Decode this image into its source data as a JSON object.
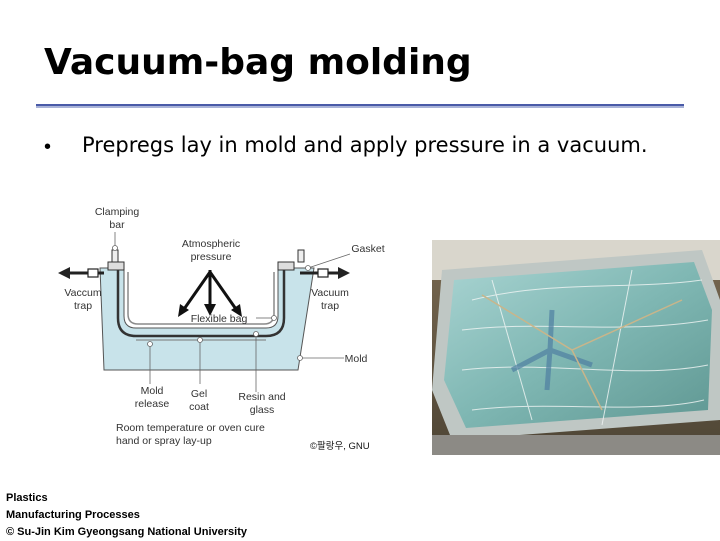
{
  "slide": {
    "title": "Vacuum-bag molding",
    "bullet_marker": "•",
    "bullet_text": "Prepregs lay in mold and apply pressure in a vacuum."
  },
  "diagram": {
    "labels": {
      "clamping_bar_line1": "Clamping",
      "clamping_bar_line2": "bar",
      "atmospheric_line1": "Atmospheric",
      "atmospheric_line2": "pressure",
      "gasket": "Gasket",
      "vaccum_trap_left_line1": "Vaccum",
      "vaccum_trap_left_line2": "trap",
      "vacuum_trap_right_line1": "Vacuum",
      "vacuum_trap_right_line2": "trap",
      "flexible_bag": "Flexible bag",
      "mold": "Mold",
      "mold_release_line1": "Mold",
      "mold_release_line2": "release",
      "gel_coat_line1": "Gel",
      "gel_coat_line2": "coat",
      "resin_glass_line1": "Resin and",
      "resin_glass_line2": "glass",
      "cure_line1": "Room temperature or oven cure",
      "cure_line2": "hand or spray lay-up"
    },
    "colors": {
      "mold_fill": "#c8e3ea",
      "bag_stroke": "#333333"
    }
  },
  "photo": {
    "credit": "©팔랑우, GNU"
  },
  "footer": {
    "line1": "Plastics",
    "line2": "Manufacturing Processes",
    "line3": "© Su-Jin Kim  Gyeongsang National University"
  }
}
